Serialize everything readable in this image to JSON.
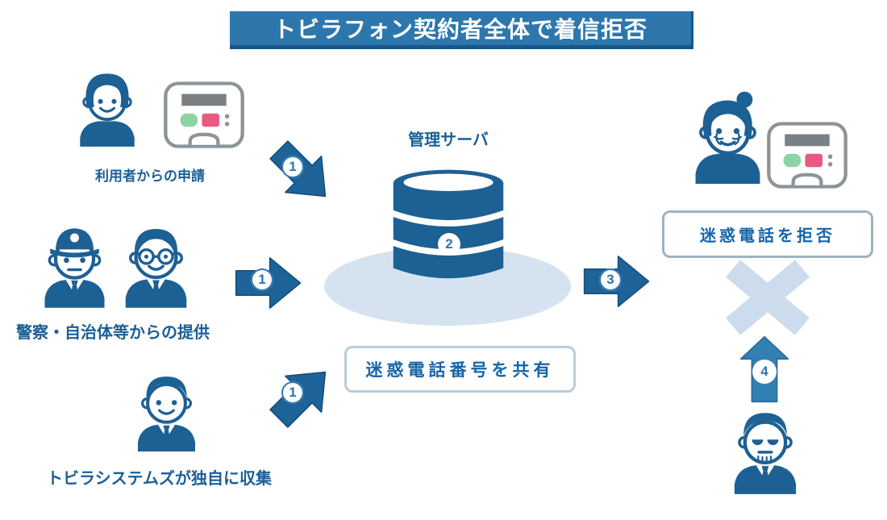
{
  "title": "トビラフォン契約者全体で着信拒否",
  "sources": {
    "user": {
      "label": "利用者からの申請"
    },
    "police": {
      "label": "警察・自治体等からの提供"
    },
    "tobira": {
      "label": "トビラシステムズが独自に収集"
    }
  },
  "server": {
    "label": "管理サーバ",
    "share_label": "迷惑電話番号を共有"
  },
  "result": {
    "reject_label": "迷惑電話を拒否"
  },
  "steps": {
    "user": "1",
    "police": "1",
    "tobira": "1",
    "store": "2",
    "deliver": "3",
    "incoming": "4"
  },
  "icons": {
    "user": "woman-icon",
    "user_device": "phone-device-icon",
    "police": "police-officer-icon",
    "municipality": "glasses-man-icon",
    "tobira_staff": "man-icon",
    "server": "database-icon",
    "recipient": "elderly-woman-icon",
    "recipient_device": "phone-device-icon",
    "blocked": "cross-icon",
    "spam_caller": "spam-caller-icon"
  },
  "colors": {
    "primary": "#1d6094",
    "banner": "#2d77ad",
    "banner_edge": "#19568a",
    "light_ellipse": "#d5e3f0",
    "cross": "#ccdcec",
    "button_green": "#8ed3a6",
    "button_pink": "#e85a81",
    "device_gray": "#8d9499",
    "label_text": "#1b5f97"
  }
}
